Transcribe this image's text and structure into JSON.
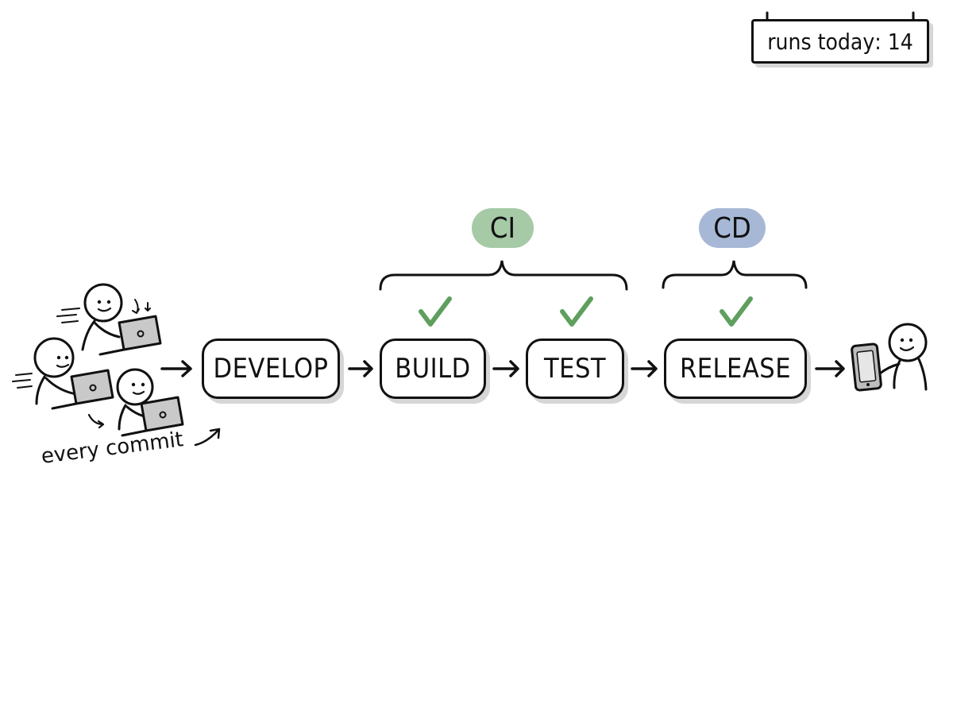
{
  "counter": {
    "label": "runs today",
    "value": "14"
  },
  "stages": {
    "develop": "DEVELOP",
    "build": "BUILD",
    "test": "TEST",
    "release": "RELEASE"
  },
  "groups": {
    "ci": {
      "label": "CI",
      "color": "#a6c9a6"
    },
    "cd": {
      "label": "CD",
      "color": "#a7b8d6"
    }
  },
  "annotations": {
    "commit": "every commit"
  },
  "colors": {
    "check": "#5e9f5e",
    "ink": "#111111",
    "laptop": "#bdbdbd",
    "shadow": "#d6d6d6"
  },
  "icons": [
    "developer-icon",
    "laptop-icon",
    "check-icon",
    "phone-icon",
    "user-icon",
    "arrow-icon",
    "brace-icon"
  ]
}
